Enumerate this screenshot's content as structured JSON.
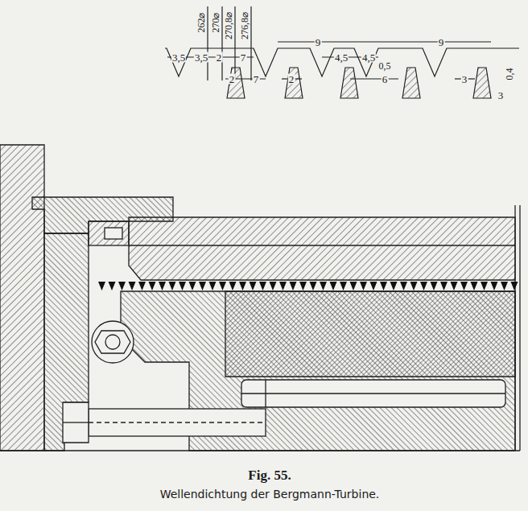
{
  "diagram": {
    "caption": "Wellendichtung der Bergmann-Turbine.",
    "labels": [
      "262⌀",
      "270⌀",
      "270,8⌀",
      "276,8⌀",
      "3,5",
      "3,5",
      "2",
      "7",
      "9",
      "9",
      "4,5",
      "4,5",
      "0,5",
      "2",
      "7",
      "2",
      "6",
      "3",
      "0,4",
      "3",
      "Fig. 55."
    ]
  }
}
